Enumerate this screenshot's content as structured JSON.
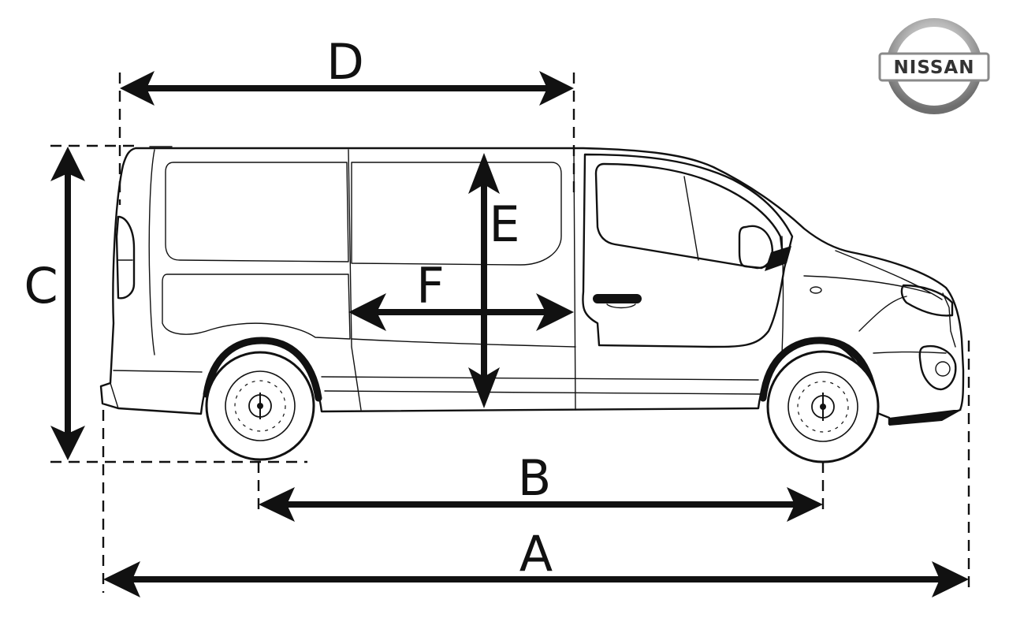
{
  "brand": {
    "name": "NISSAN"
  },
  "dimensions": {
    "A": "A",
    "B": "B",
    "C": "C",
    "D": "D",
    "E": "E",
    "F": "F"
  },
  "colors": {
    "ink": "#111111",
    "background": "#ffffff",
    "logo_chrome": "#9a9a9a"
  }
}
